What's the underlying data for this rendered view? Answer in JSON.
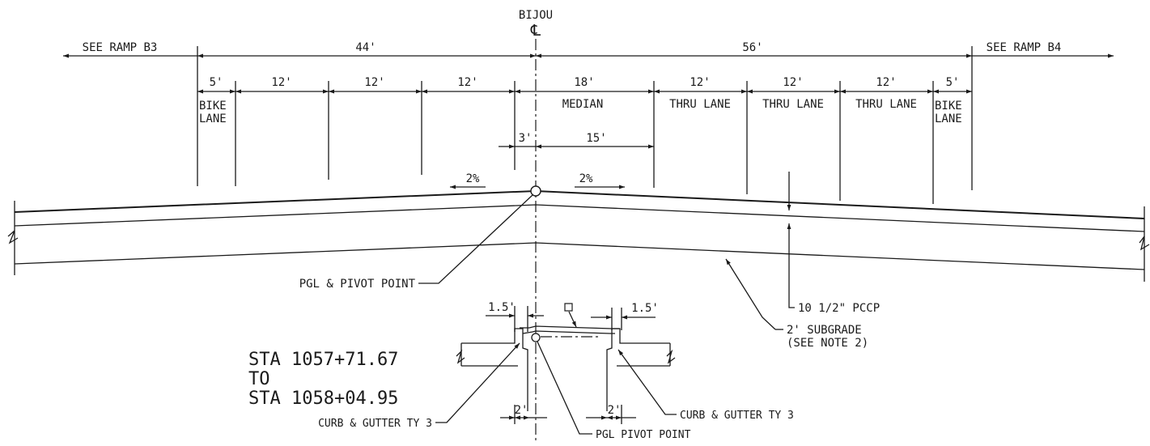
{
  "centerline": {
    "name": "BIJOU",
    "symbol": "℄"
  },
  "overall": {
    "left_ref": "SEE RAMP B3",
    "left_width": "44'",
    "right_width": "56'",
    "right_ref": "SEE RAMP B4"
  },
  "lanes": [
    {
      "width": "5'",
      "label_line1": "BIKE",
      "label_line2": "LANE"
    },
    {
      "width": "12'",
      "label_line1": "",
      "label_line2": ""
    },
    {
      "width": "12'",
      "label_line1": "",
      "label_line2": ""
    },
    {
      "width": "12'",
      "label_line1": "",
      "label_line2": ""
    },
    {
      "width": "18'",
      "label_line1": "MEDIAN",
      "label_line2": ""
    },
    {
      "width": "12'",
      "label_line1": "THRU LANE",
      "label_line2": ""
    },
    {
      "width": "12'",
      "label_line1": "THRU LANE",
      "label_line2": ""
    },
    {
      "width": "12'",
      "label_line1": "THRU LANE",
      "label_line2": ""
    },
    {
      "width": "5'",
      "label_line1": "BIKE",
      "label_line2": "LANE"
    }
  ],
  "median_split": {
    "left": "3'",
    "right": "15'"
  },
  "slopes": {
    "left": "2%",
    "right": "2%"
  },
  "callouts": {
    "pivot": "PGL & PIVOT POINT",
    "pavement": "10 1/2\" PCCP",
    "subgrade_line1": "2' SUBGRADE",
    "subgrade_line2": "(SEE NOTE 2)"
  },
  "detail": {
    "station_from": "STA 1057+71.67",
    "to_label": "TO",
    "station_to": "STA 1058+04.95",
    "offset_left": "1.5'",
    "offset_right": "1.5'",
    "gutter_left": "2'",
    "gutter_right": "2'",
    "curb_left": "CURB & GUTTER TY 3",
    "curb_right": "CURB & GUTTER TY 3",
    "pivot_point": "PGL PIVOT POINT"
  }
}
